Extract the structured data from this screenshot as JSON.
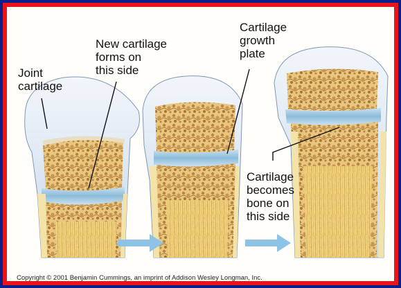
{
  "labels": {
    "joint_cartilage": "Joint\ncartilage",
    "new_cartilage": "New cartilage\nforms on\nthis side",
    "growth_plate": "Cartilage\ngrowth\nplate",
    "becomes_bone": "Cartilage\nbecomes\nbone on\nthis side"
  },
  "copyright": "Copyright © 2001 Benjamin Cummings, an imprint of Addison Wesley Longman, Inc.",
  "colors": {
    "background": "#0a1f8c",
    "border": "#e8151b",
    "canvas": "#fffefa",
    "joint_cartilage": "#dfe8f2",
    "growth_plate": "#a9cde4",
    "spongy_bone": "#d2a85c",
    "bone_base": "#f3d98f",
    "arrow": "#8fc3e6"
  },
  "icons": [
    "arrow-right-icon",
    "arrow-right-icon"
  ]
}
